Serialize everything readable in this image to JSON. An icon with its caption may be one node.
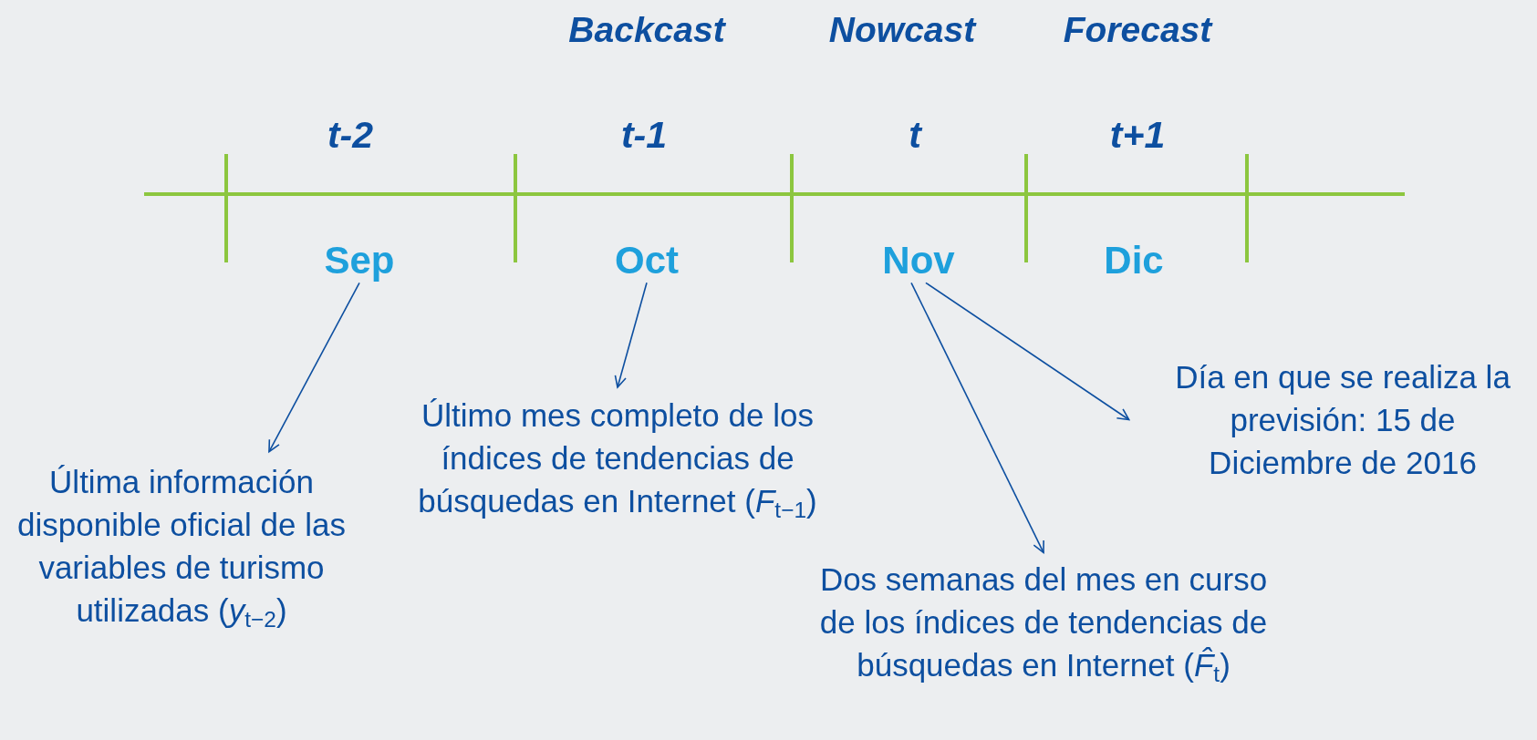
{
  "diagram": {
    "nodes": [
      {
        "text": [
          "Sep"
        ]
      },
      {
        "text": [
          "Oct"
        ]
      },
      {
        "text": [
          "Nov"
        ]
      },
      {
        "text": [
          "Dic"
        ]
      },
      {
        "text": [
          "Última información disponible oficial de las variables de turismo utilizadas (*y*$_{t−2}$)"
        ]
      },
      {
        "text": [
          "Último mes completo de los índices de tendencias de búsquedas en Internet (*F*$_{t−1}$)"
        ]
      },
      {
        "text": [
          "Día en que se realiza la previsión: 15 de Diciembre de 2016"
        ]
      },
      {
        "text": [
          "Dos semanas del mes en curso de los índices de tendencias de búsquedas en Internet (*F̂*$_{t}$)"
        ]
      }
    ],
    "edges": [
      {
        "from": 0,
        "to": 4,
        "arrow": "to"
      },
      {
        "from": 1,
        "to": 5,
        "arrow": "to"
      },
      {
        "from": 2,
        "to": 7,
        "arrow": "to"
      },
      {
        "from": 2,
        "to": 6,
        "arrow": "to"
      }
    ],
    "labels": [
      "Backcast",
      "Nowcast",
      "Forecast",
      "t-2",
      "t-1",
      "t",
      "t+1"
    ]
  }
}
